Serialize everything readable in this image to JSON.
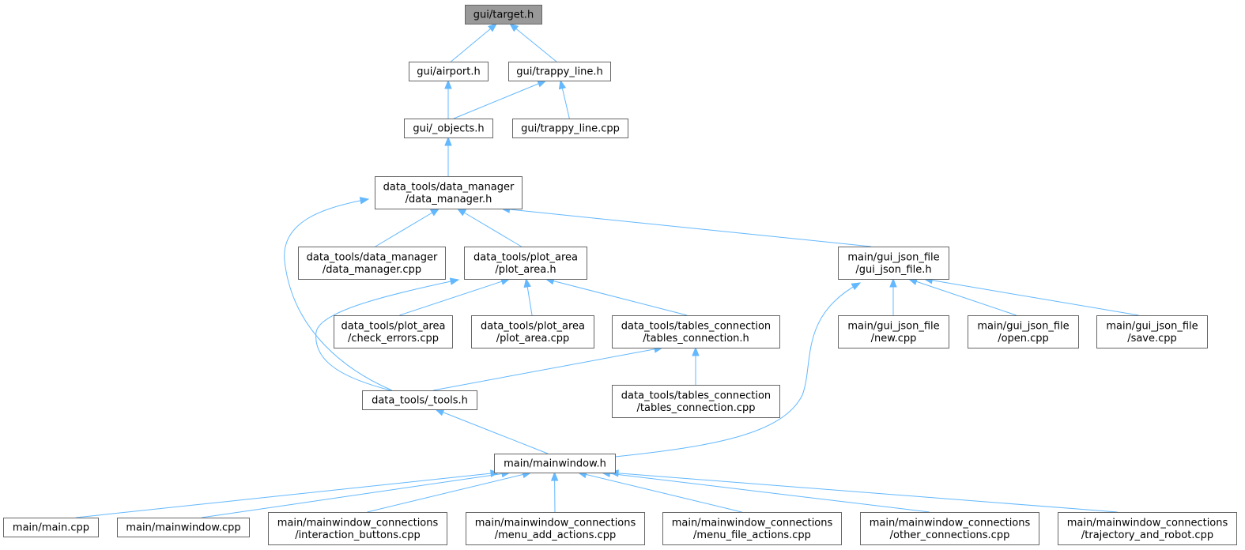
{
  "diagram": {
    "type": "include-dependency-graph",
    "nodes": [
      {
        "id": "target_h",
        "lines": [
          "gui/target.h"
        ],
        "highlight": true
      },
      {
        "id": "airport_h",
        "lines": [
          "gui/airport.h"
        ]
      },
      {
        "id": "trappy_line_h",
        "lines": [
          "gui/trappy_line.h"
        ]
      },
      {
        "id": "objects_h",
        "lines": [
          "gui/_objects.h"
        ]
      },
      {
        "id": "trappy_line_cpp",
        "lines": [
          "gui/trappy_line.cpp"
        ]
      },
      {
        "id": "data_manager_h",
        "lines": [
          "data_tools/data_manager",
          "/data_manager.h"
        ]
      },
      {
        "id": "data_manager_cpp",
        "lines": [
          "data_tools/data_manager",
          "/data_manager.cpp"
        ]
      },
      {
        "id": "plot_area_h",
        "lines": [
          "data_tools/plot_area",
          "/plot_area.h"
        ]
      },
      {
        "id": "gui_json_file_h",
        "lines": [
          "main/gui_json_file",
          "/gui_json_file.h"
        ]
      },
      {
        "id": "check_errors_cpp",
        "lines": [
          "data_tools/plot_area",
          "/check_errors.cpp"
        ]
      },
      {
        "id": "plot_area_cpp",
        "lines": [
          "data_tools/plot_area",
          "/plot_area.cpp"
        ]
      },
      {
        "id": "tables_connection_h",
        "lines": [
          "data_tools/tables_connection",
          "/tables_connection.h"
        ]
      },
      {
        "id": "new_cpp",
        "lines": [
          "main/gui_json_file",
          "/new.cpp"
        ]
      },
      {
        "id": "open_cpp",
        "lines": [
          "main/gui_json_file",
          "/open.cpp"
        ]
      },
      {
        "id": "save_cpp",
        "lines": [
          "main/gui_json_file",
          "/save.cpp"
        ]
      },
      {
        "id": "tools_h",
        "lines": [
          "data_tools/_tools.h"
        ]
      },
      {
        "id": "tables_connection_cpp",
        "lines": [
          "data_tools/tables_connection",
          "/tables_connection.cpp"
        ]
      },
      {
        "id": "mainwindow_h",
        "lines": [
          "main/mainwindow.h"
        ]
      },
      {
        "id": "main_cpp",
        "lines": [
          "main/main.cpp"
        ]
      },
      {
        "id": "mainwindow_cpp",
        "lines": [
          "main/mainwindow.cpp"
        ]
      },
      {
        "id": "interaction_buttons_cpp",
        "lines": [
          "main/mainwindow_connections",
          "/interaction_buttons.cpp"
        ]
      },
      {
        "id": "menu_add_actions_cpp",
        "lines": [
          "main/mainwindow_connections",
          "/menu_add_actions.cpp"
        ]
      },
      {
        "id": "menu_file_actions_cpp",
        "lines": [
          "main/mainwindow_connections",
          "/menu_file_actions.cpp"
        ]
      },
      {
        "id": "other_connections_cpp",
        "lines": [
          "main/mainwindow_connections",
          "/other_connections.cpp"
        ]
      },
      {
        "id": "trajectory_and_robot_cpp",
        "lines": [
          "main/mainwindow_connections",
          "/trajectory_and_robot.cpp"
        ]
      }
    ],
    "edges": [
      {
        "from": "airport_h",
        "to": "target_h"
      },
      {
        "from": "trappy_line_h",
        "to": "target_h"
      },
      {
        "from": "objects_h",
        "to": "airport_h"
      },
      {
        "from": "objects_h",
        "to": "trappy_line_h"
      },
      {
        "from": "trappy_line_cpp",
        "to": "trappy_line_h"
      },
      {
        "from": "data_manager_h",
        "to": "objects_h"
      },
      {
        "from": "data_manager_cpp",
        "to": "data_manager_h"
      },
      {
        "from": "plot_area_h",
        "to": "data_manager_h"
      },
      {
        "from": "gui_json_file_h",
        "to": "data_manager_h"
      },
      {
        "from": "tools_h",
        "to": "data_manager_h"
      },
      {
        "from": "check_errors_cpp",
        "to": "plot_area_h"
      },
      {
        "from": "plot_area_cpp",
        "to": "plot_area_h"
      },
      {
        "from": "tables_connection_h",
        "to": "plot_area_h"
      },
      {
        "from": "tools_h",
        "to": "plot_area_h"
      },
      {
        "from": "tools_h",
        "to": "tables_connection_h"
      },
      {
        "from": "tables_connection_cpp",
        "to": "tables_connection_h"
      },
      {
        "from": "new_cpp",
        "to": "gui_json_file_h"
      },
      {
        "from": "open_cpp",
        "to": "gui_json_file_h"
      },
      {
        "from": "save_cpp",
        "to": "gui_json_file_h"
      },
      {
        "from": "mainwindow_h",
        "to": "gui_json_file_h"
      },
      {
        "from": "mainwindow_h",
        "to": "tools_h"
      },
      {
        "from": "main_cpp",
        "to": "mainwindow_h"
      },
      {
        "from": "mainwindow_cpp",
        "to": "mainwindow_h"
      },
      {
        "from": "interaction_buttons_cpp",
        "to": "mainwindow_h"
      },
      {
        "from": "menu_add_actions_cpp",
        "to": "mainwindow_h"
      },
      {
        "from": "menu_file_actions_cpp",
        "to": "mainwindow_h"
      },
      {
        "from": "other_connections_cpp",
        "to": "mainwindow_h"
      },
      {
        "from": "trajectory_and_robot_cpp",
        "to": "mainwindow_h"
      }
    ],
    "colors": {
      "edge": "#63b8ff",
      "highlight_fill": "#999999",
      "node_border": "#666666"
    }
  }
}
